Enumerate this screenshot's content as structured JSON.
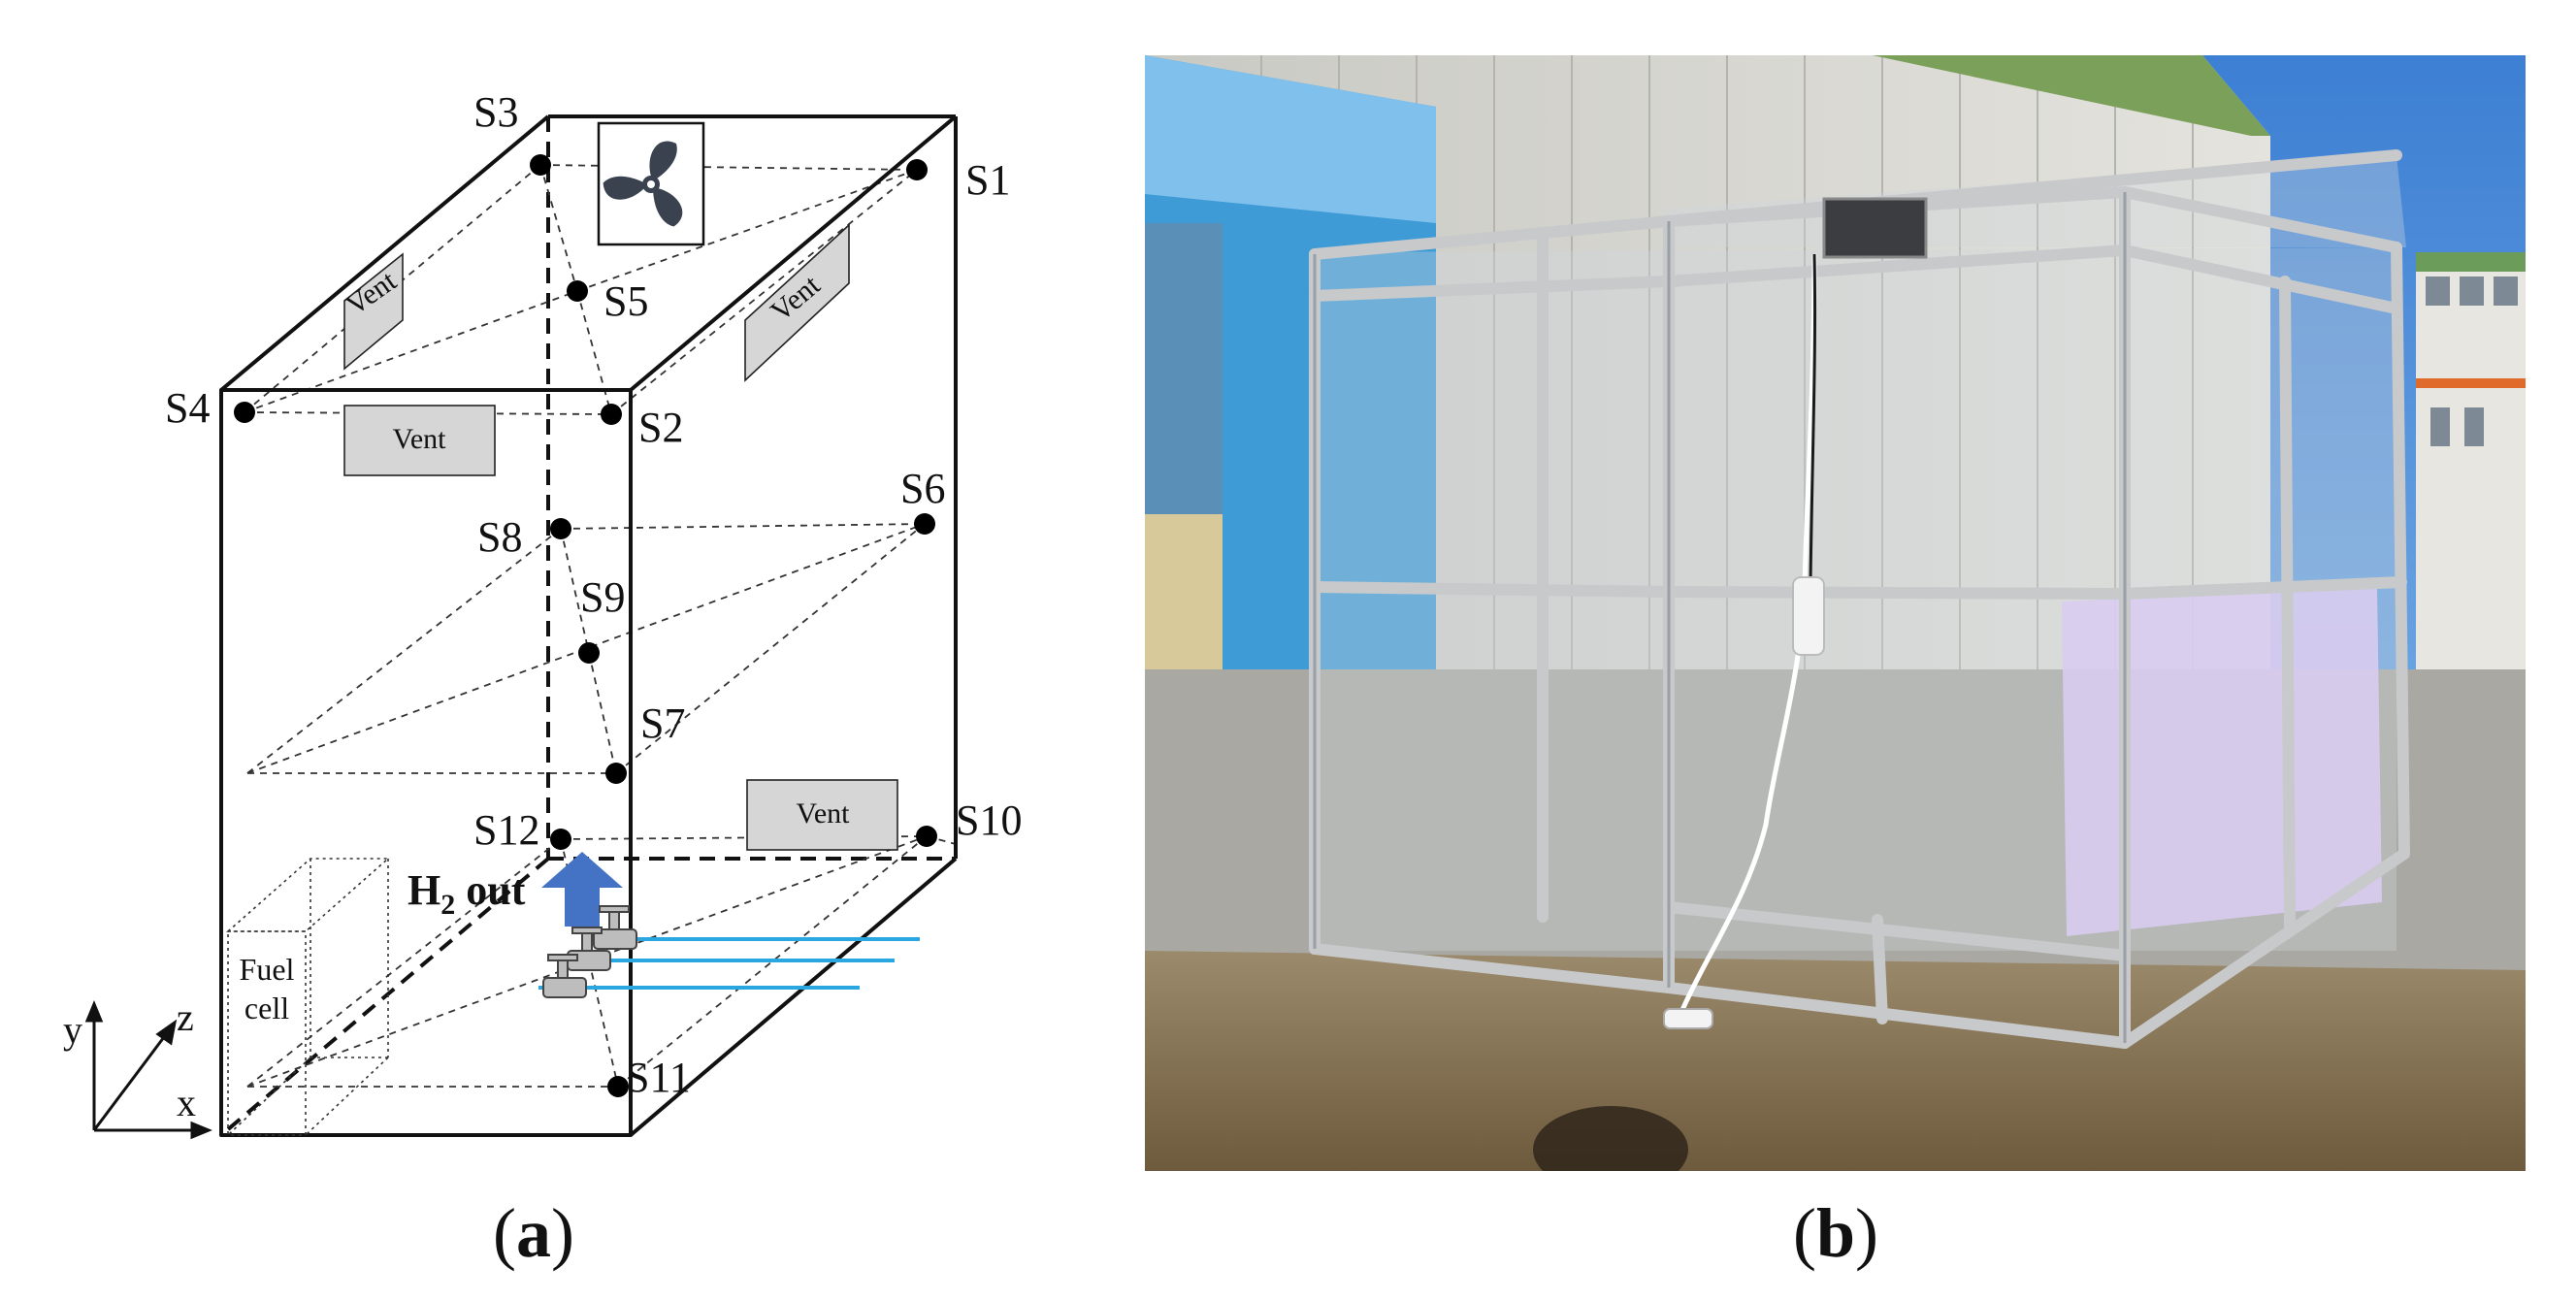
{
  "panel_a": {
    "label_open": "(",
    "label_letter": "a",
    "label_close": ")",
    "sensors": [
      "S1",
      "S2",
      "S3",
      "S4",
      "S5",
      "S6",
      "S7",
      "S8",
      "S9",
      "S10",
      "S11",
      "S12"
    ],
    "vents": [
      "Vent",
      "Vent",
      "Vent",
      "Vent"
    ],
    "fuel_cell": [
      "Fuel",
      "cell"
    ],
    "h2_out": {
      "prefix": "H",
      "sub": "2",
      "suffix": " out"
    },
    "axes": {
      "x": "x",
      "y": "y",
      "z": "z"
    },
    "colors": {
      "arrow": "#4472c4",
      "pipes": "#2aa7e0",
      "lines": "#111111"
    }
  },
  "panel_b": {
    "label_open": "(",
    "label_letter": "b",
    "label_close": ")",
    "photo_subject": "test-enclosure-photo"
  }
}
